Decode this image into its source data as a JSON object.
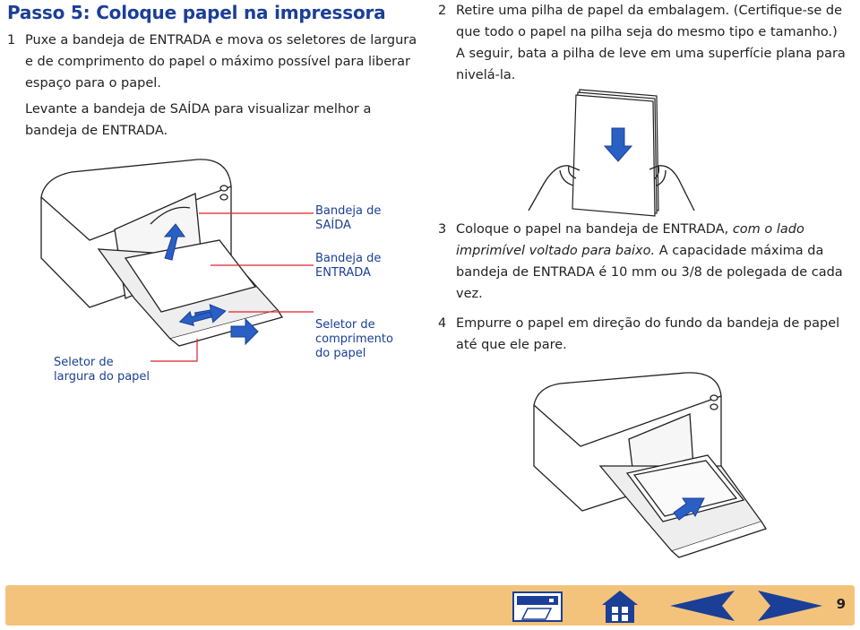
{
  "page": {
    "title": "Passo 5: Coloque papel na impressora",
    "page_number": "9"
  },
  "steps": [
    {
      "num": "1",
      "text": "Puxe a bandeja de ENTRADA e mova os seletores de largura e de comprimento do papel o máximo possível para liberar espaço para o papel."
    },
    {
      "num": "",
      "text": "Levante a bandeja de SAÍDA para visualizar melhor a bandeja de ENTRADA."
    },
    {
      "num": "2",
      "text": "Retire uma pilha de papel da embalagem. (Certifique-se de que todo o papel na pilha seja do mesmo tipo e tamanho.) A seguir, bata a pilha de leve em uma superfície plana para nivelá-la."
    },
    {
      "num": "3",
      "text_before": "Coloque o papel na bandeja de ENTRADA, ",
      "text_italic": "com o lado imprimível voltado para baixo.",
      "text_after": " A capacidade máxima da bandeja de ENTRADA é 10 mm ou 3/8 de polegada de cada vez."
    },
    {
      "num": "4",
      "text": "Empurre o papel em direção do fundo da bandeja de papel até que ele pare."
    }
  ],
  "callouts": {
    "output_tray": "Bandeja de SAÍDA",
    "input_tray": "Bandeja de ENTRADA",
    "length_guide": "Seletor de comprimento do papel",
    "width_guide": "Seletor de largura do papel"
  },
  "footer": {
    "background_color": "#f3c37c",
    "nav_color": "#1b3f96",
    "buttons": [
      {
        "name": "printer-index",
        "icon": "printer-icon"
      },
      {
        "name": "home",
        "icon": "home-icon"
      },
      {
        "name": "previous-page",
        "icon": "arrow-left-icon"
      },
      {
        "name": "next-page",
        "icon": "arrow-right-icon"
      }
    ]
  },
  "colors": {
    "title": "#1b3f96",
    "arrow": "#2a5fc4",
    "callout_line": "#e0202a"
  }
}
